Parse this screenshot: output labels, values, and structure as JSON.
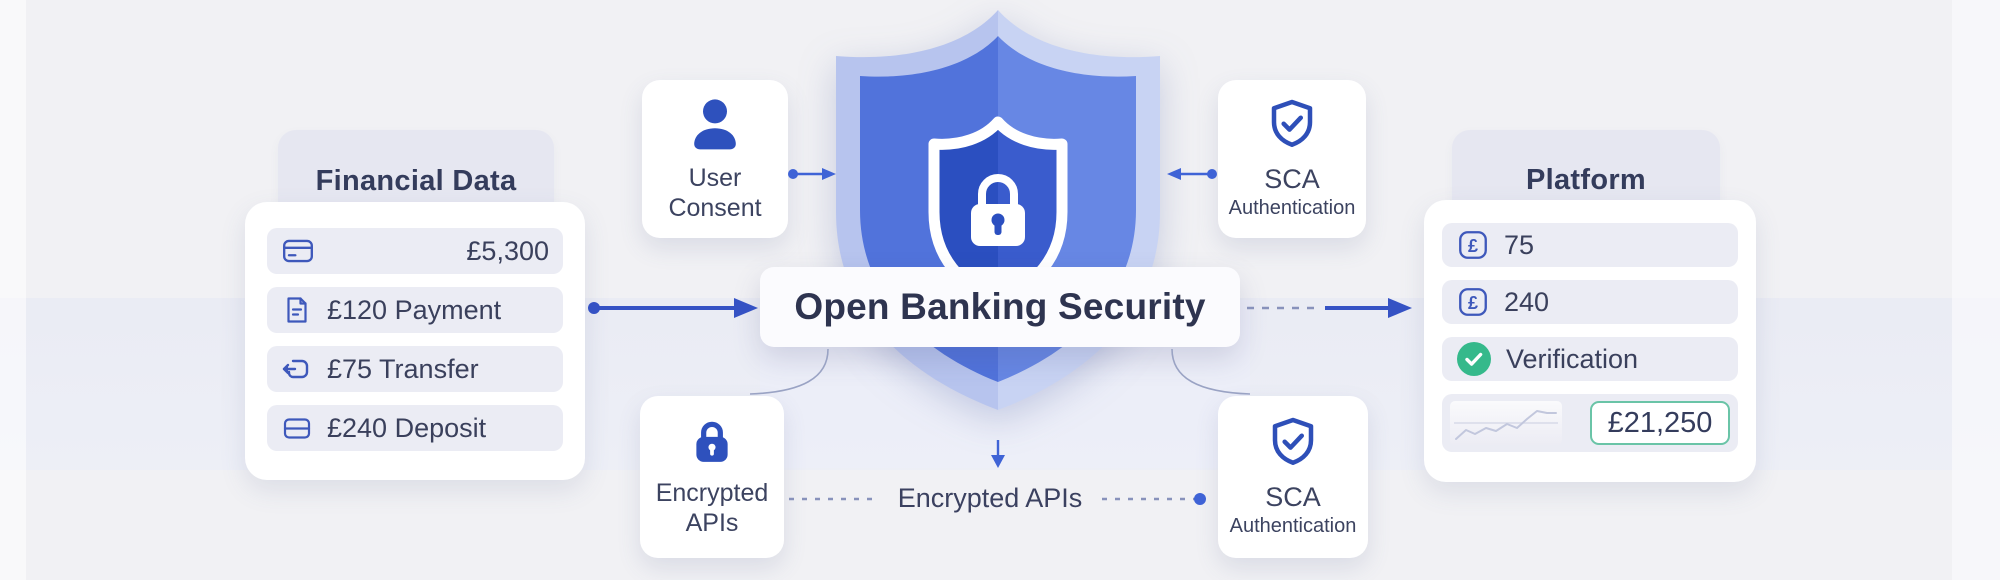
{
  "colors": {
    "accent_blue": "#2e51bd",
    "arrow_blue": "#3552c4",
    "dashed_blue": "#8892bb",
    "green": "#35b98b",
    "teal_border": "#6ac4a7",
    "navy_text": "#353c5a",
    "pill_bg": "#ebecf4"
  },
  "icons": {
    "pound_glyph": "£"
  },
  "financial": {
    "title": "Financial Data",
    "rows": [
      {
        "icon": "credit-card-icon",
        "text": "£5,300"
      },
      {
        "icon": "invoice-icon",
        "text": "£120 Payment"
      },
      {
        "icon": "transfer-out-icon",
        "text": "£75 Transfer"
      },
      {
        "icon": "wallet-icon",
        "text": "£240 Deposit"
      }
    ]
  },
  "center": {
    "title": "Open Banking Security",
    "shield_icon": "shield-lock-icon",
    "user_consent": {
      "icon": "user-icon",
      "line1": "User",
      "line2": "Consent"
    },
    "sca_top": {
      "icon": "shield-check-icon",
      "line1": "SCA",
      "line2": "Authentication"
    },
    "encrypted_apis": {
      "icon": "padlock-icon",
      "line1": "Encrypted",
      "line2": "APIs"
    },
    "sca_bottom": {
      "icon": "shield-check-icon",
      "line1": "SCA",
      "line2": "Authentication"
    },
    "bottom_link_label": "Encrypted APIs"
  },
  "platform": {
    "title": "Platform",
    "rows": [
      {
        "icon": "pound-icon",
        "text": "75"
      },
      {
        "icon": "pound-icon",
        "text": "240"
      },
      {
        "icon": "check-circle-icon",
        "text": "Verification"
      },
      {
        "icon": "sparkline-chart",
        "text": "£21,250"
      }
    ]
  }
}
